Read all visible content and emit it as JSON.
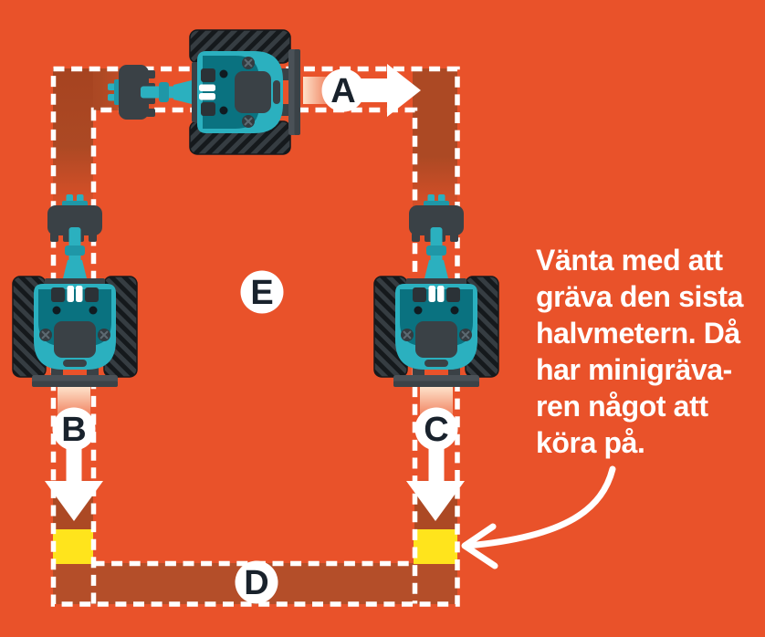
{
  "colors": {
    "background": "#E9522A",
    "trench": "#B44E29",
    "trench_dark": "#A74421",
    "path_dash": "#FFFFFF",
    "pad_yellow": "#FFE41C",
    "machine_teal": "#2BB0BF",
    "machine_teal_dark": "#0A7280",
    "machine_gray": "#3A4146",
    "track_gray": "#363D42",
    "label_ink": "#19222C"
  },
  "markers": {
    "A": "A",
    "B": "B",
    "C": "C",
    "D": "D",
    "E": "E"
  },
  "callout": {
    "lines": [
      "Vänta med att",
      "gräva den sista",
      "halvmetern. Då",
      "har minigräva-",
      "ren något att",
      "köra på."
    ]
  }
}
